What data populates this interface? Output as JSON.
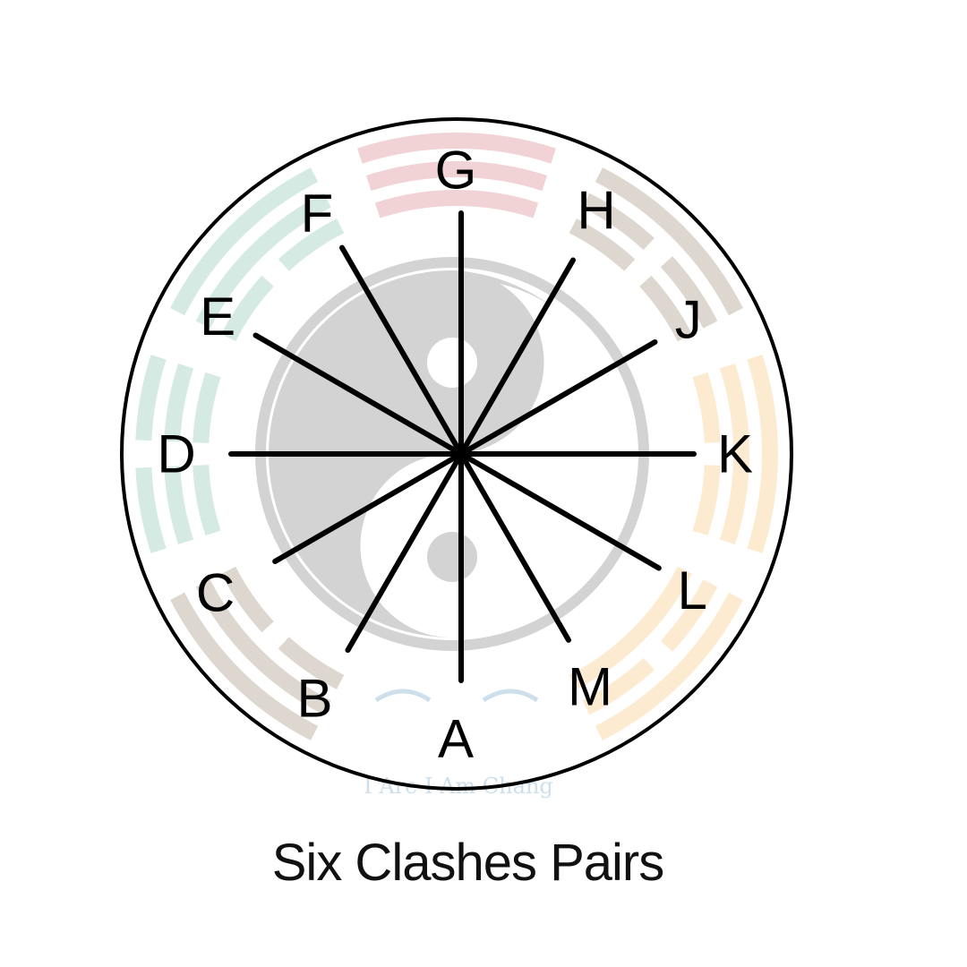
{
  "title": "Six Clashes Pairs",
  "labels": [
    "A",
    "B",
    "C",
    "D",
    "E",
    "F",
    "G",
    "H",
    "J",
    "K",
    "L",
    "M"
  ],
  "pairs": [
    [
      "A",
      "G"
    ],
    [
      "B",
      "H"
    ],
    [
      "C",
      "J"
    ],
    [
      "D",
      "K"
    ],
    [
      "E",
      "L"
    ],
    [
      "F",
      "M"
    ]
  ],
  "watermark": "I Are I Am Chang",
  "colors": {
    "top_trigram": "#f1d3d6",
    "brown_trigrams": "#ddd7d0",
    "green_trigrams": "#d5eae3",
    "orange_trigrams": "#fdebd1",
    "yin_yang": "#d3d3d3",
    "lines": "#000000"
  }
}
